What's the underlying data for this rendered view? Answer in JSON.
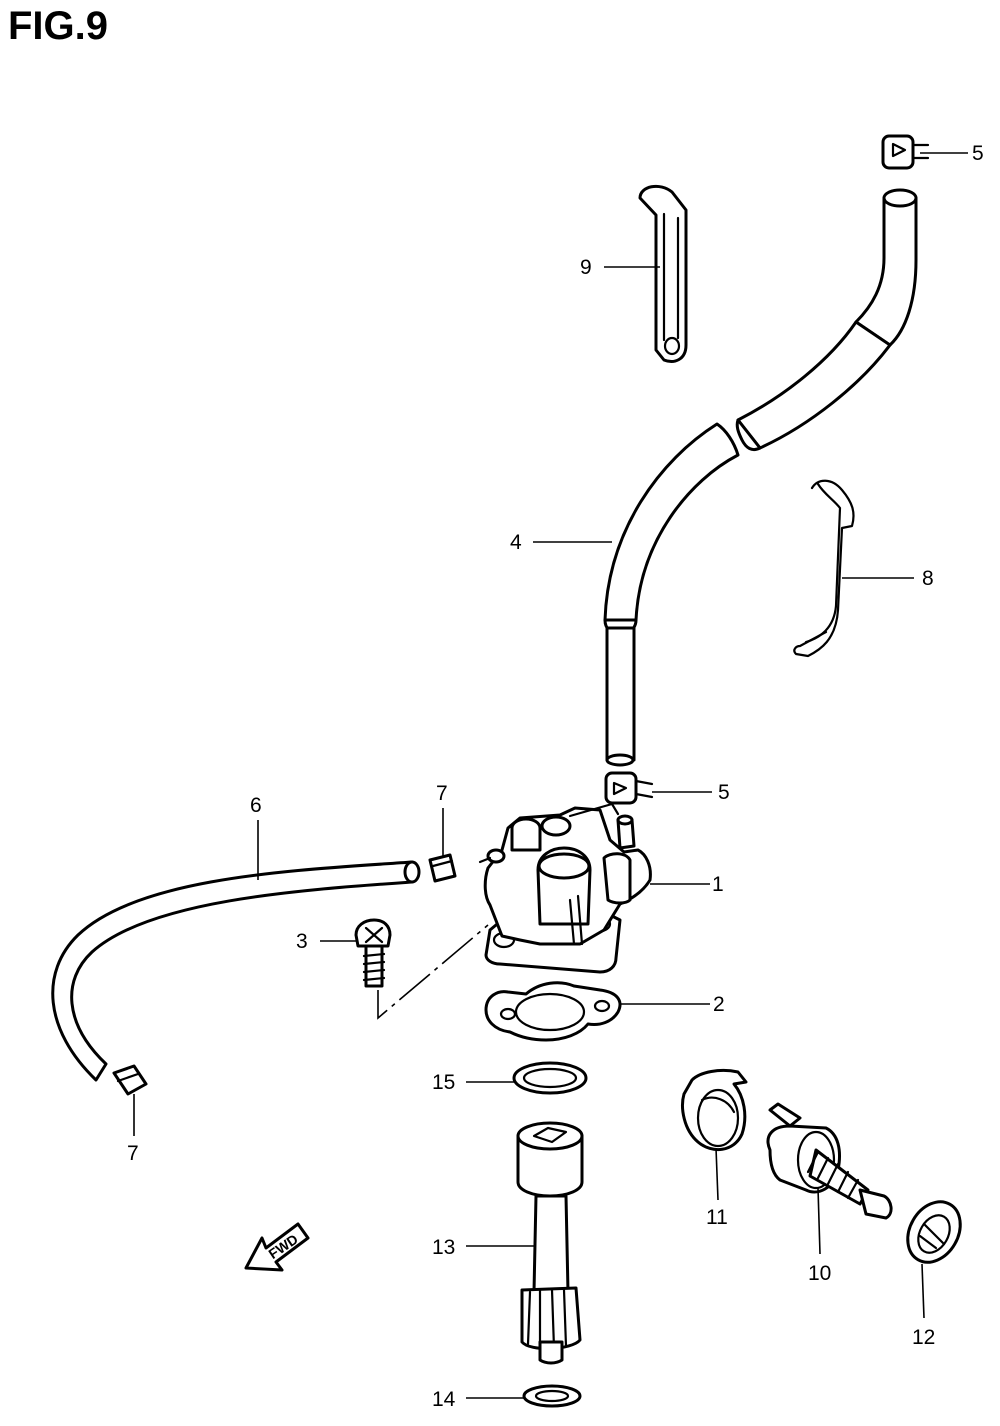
{
  "figure": {
    "title": "FIG.9"
  },
  "direction_marker": {
    "text": "FWD"
  },
  "callouts": [
    {
      "label": "1"
    },
    {
      "label": "2"
    },
    {
      "label": "3"
    },
    {
      "label": "4"
    },
    {
      "label": "5"
    },
    {
      "label": "5"
    },
    {
      "label": "6"
    },
    {
      "label": "7"
    },
    {
      "label": "7"
    },
    {
      "label": "8"
    },
    {
      "label": "9"
    },
    {
      "label": "10"
    },
    {
      "label": "11"
    },
    {
      "label": "12"
    },
    {
      "label": "13"
    },
    {
      "label": "14"
    },
    {
      "label": "15"
    }
  ]
}
